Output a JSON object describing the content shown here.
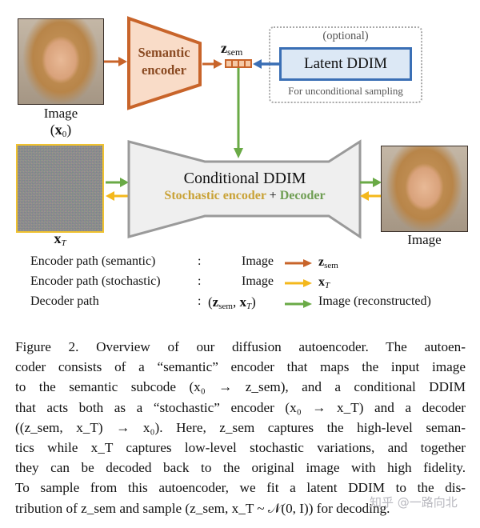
{
  "diagram": {
    "input_image": {
      "label": "Image",
      "math": "x",
      "math_sub": "0"
    },
    "semantic_encoder": {
      "line1": "Semantic",
      "line2": "encoder"
    },
    "zsem": {
      "symbol": "z",
      "sub": "sem"
    },
    "latent_ddim": {
      "optional_label": "(optional)",
      "title": "Latent DDIM",
      "note": "For unconditional sampling"
    },
    "conditional_ddim": {
      "title": "Conditional DDIM",
      "stochastic_label": "Stochastic encoder",
      "plus": "+",
      "decoder_label": "Decoder"
    },
    "noise_image": {
      "math": "x",
      "math_sub": "T"
    },
    "output_image": {
      "label": "Image"
    },
    "legend": [
      {
        "path": "Encoder path (semantic)",
        "colon": ":",
        "from": "Image",
        "arrow_color": "#c8642a",
        "to": "z",
        "to_sub": "sem"
      },
      {
        "path": "Encoder path (stochastic)",
        "colon": ":",
        "from": "Image",
        "arrow_color": "#f4b81c",
        "to": "x",
        "to_sub": "T"
      },
      {
        "path": "Decoder path",
        "colon": ":",
        "from": "(z_sem, x_T)",
        "arrow_color": "#6aaa46",
        "to": "Image (reconstructed)"
      }
    ],
    "colors": {
      "semantic": "#c8642a",
      "semantic_fill": "#f9dcc8",
      "stochastic": "#f4b81c",
      "stochastic_text": "#c9a236",
      "decoder": "#6aaa46",
      "decoder_text": "#6f9e53",
      "latent_blue": "#3a6fb5",
      "latent_fill": "#dce8f5",
      "ddim_fill": "#efefef",
      "ddim_border": "#9a9a9a"
    }
  },
  "caption": {
    "lines": [
      "Figure 2.  Overview of our diffusion autoencoder.  The autoen-",
      "coder consists of a “semantic” encoder that maps the input image",
      "to the semantic subcode (x₀ → z_sem), and a conditional DDIM",
      "that acts both as a “stochastic” encoder (x₀ → x_T) and a decoder",
      "((z_sem, x_T) → x₀).  Here, z_sem captures the high-level seman-",
      "tics while x_T captures low-level stochastic variations, and together",
      "they can be decoded back to the original image with high fidelity.",
      "To sample from this autoencoder, we fit a latent DDIM to the dis-",
      "tribution of z_sem and sample (z_sem, x_T ~ 𝒩(0, I)) for decoding."
    ]
  },
  "watermark": "知乎 @一路向北"
}
